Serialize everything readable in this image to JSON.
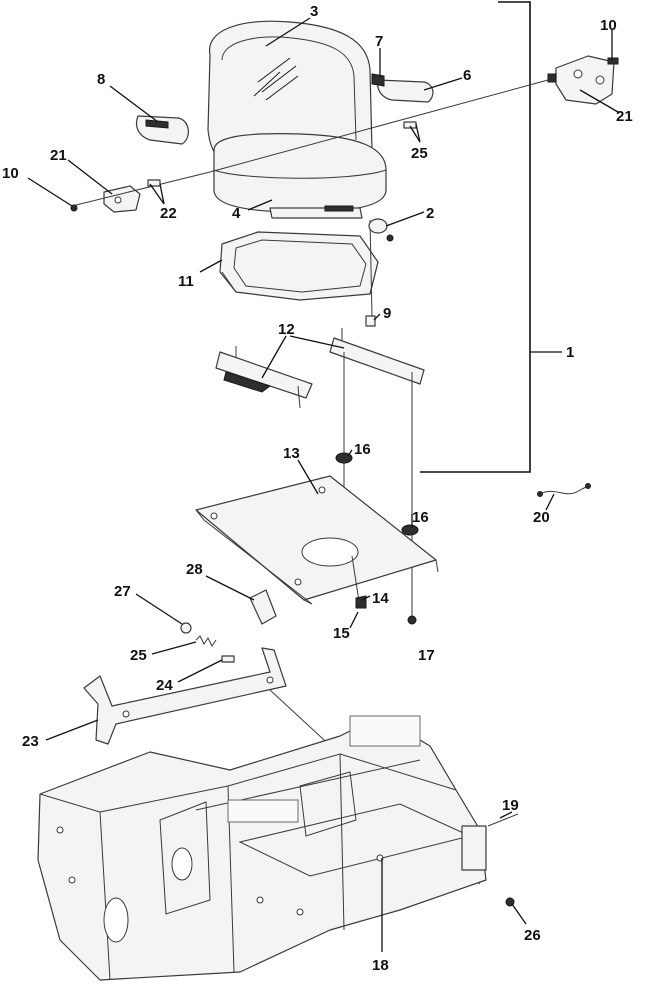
{
  "callouts": {
    "c1": "1",
    "c2": "2",
    "c3": "3",
    "c4": "4",
    "c6": "6",
    "c7": "7",
    "c8": "8",
    "c9": "9",
    "c10_right": "10",
    "c10_left": "10",
    "c11": "11",
    "c12": "12",
    "c13": "13",
    "c14": "14",
    "c15": "15",
    "c16_upper": "16",
    "c16_lower": "16",
    "c17": "17",
    "c18": "18",
    "c19": "19",
    "c20": "20",
    "c21_right": "21",
    "c21_left": "21",
    "c22": "22",
    "c23": "23",
    "c24": "24",
    "c25_upper": "25",
    "c25_lower": "25",
    "c26": "26",
    "c27": "27",
    "c28": "28"
  }
}
